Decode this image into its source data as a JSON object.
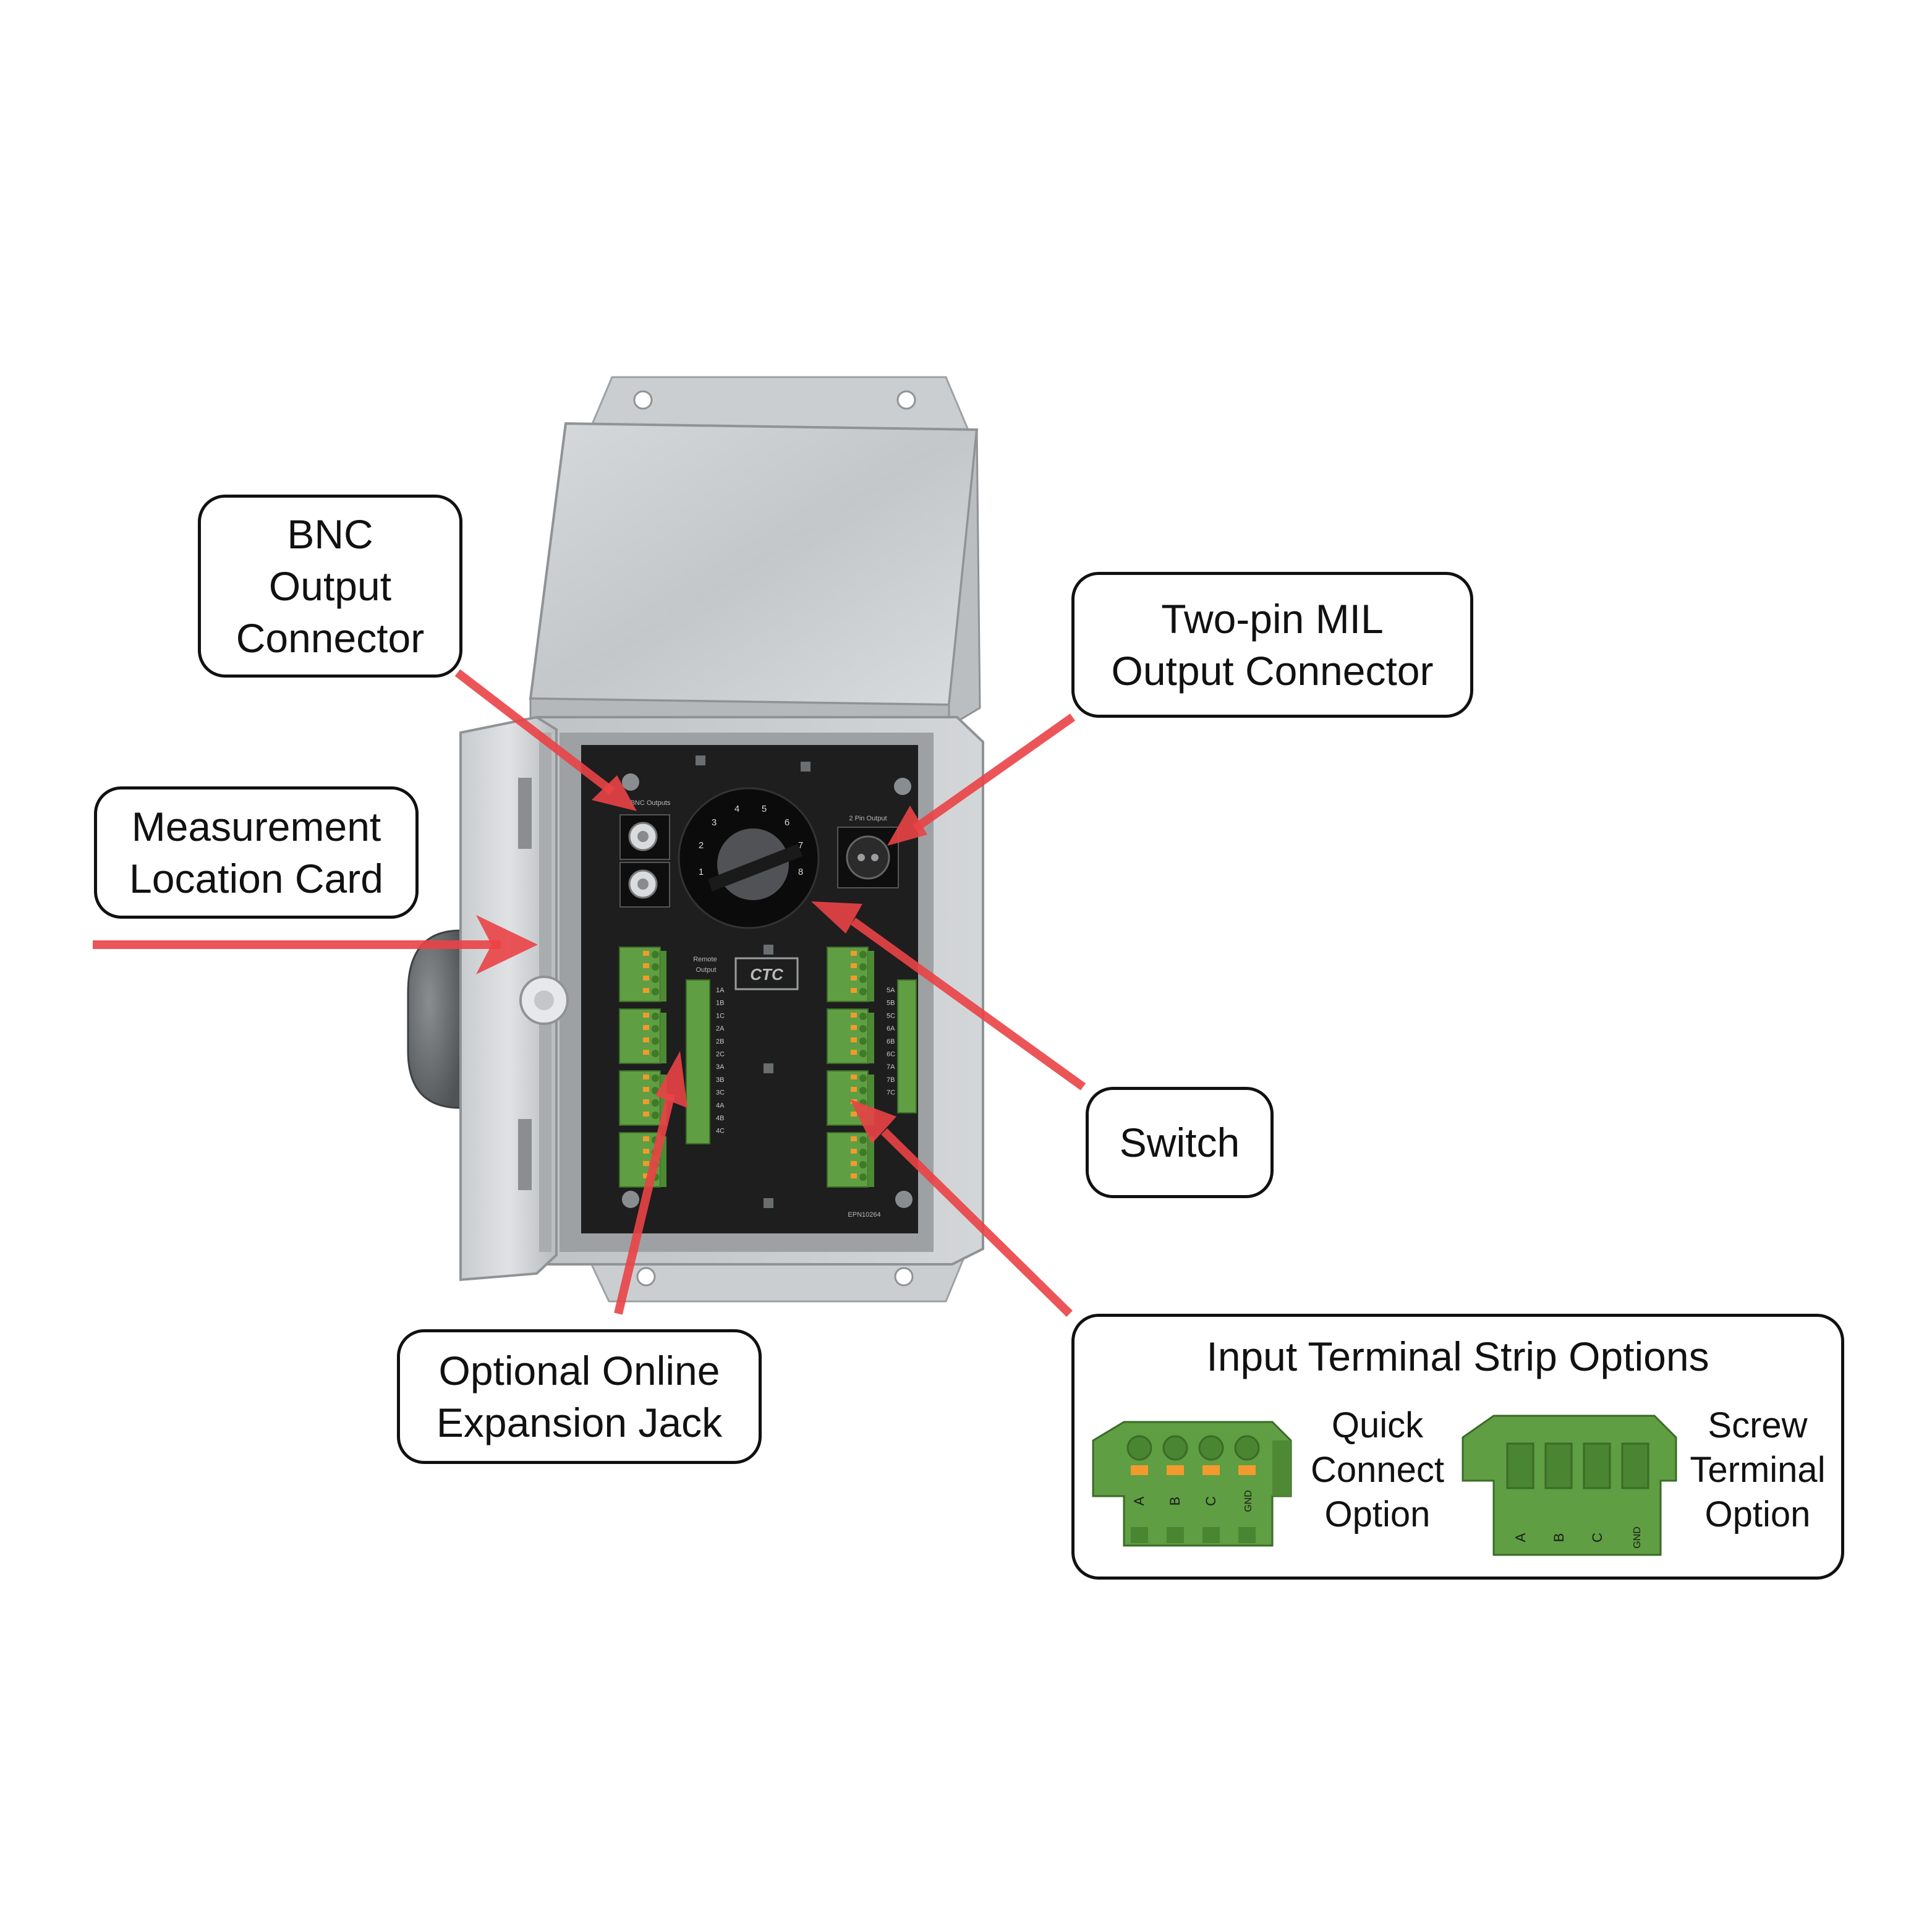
{
  "callouts": {
    "bnc": [
      "BNC",
      "Output",
      "Connector"
    ],
    "measurement": [
      "Measurement",
      "Location Card"
    ],
    "two_pin": [
      "Two-pin MIL",
      "Output Connector"
    ],
    "switch": [
      "Switch"
    ],
    "expansion": [
      "Optional Online",
      "Expansion Jack"
    ]
  },
  "options_panel": {
    "title": "Input Terminal Strip Options",
    "quick_connect": [
      "Quick",
      "Connect",
      "Option"
    ],
    "screw_terminal": [
      "Screw",
      "Terminal",
      "Option"
    ],
    "pin_labels": [
      "A",
      "B",
      "C",
      "GND"
    ]
  },
  "panel_labels": {
    "bnc_outputs": "BNC Outputs",
    "two_pin_output": "2 Pin Output",
    "remote_output": [
      "Remote",
      "Output"
    ],
    "switch_positions": [
      "1",
      "2",
      "3",
      "4",
      "5",
      "6",
      "7",
      "8"
    ],
    "channels_left": [
      "1A",
      "1B",
      "1C",
      "2A",
      "2B",
      "2C",
      "3A",
      "3B",
      "3C",
      "4A",
      "4B",
      "4C"
    ],
    "channels_right": [
      "5A",
      "5B",
      "5C",
      "6A",
      "6B",
      "6C",
      "7A",
      "7B",
      "7C"
    ],
    "brand": "CTC",
    "part_number": "EPN10264"
  },
  "colors": {
    "arrow": "#ea4346",
    "steel": "#c9cdd0",
    "panel": "#1e1e1e",
    "terminal_green": "#5f9e42",
    "latch_orange": "#f29a2e",
    "outline": "#111111"
  }
}
